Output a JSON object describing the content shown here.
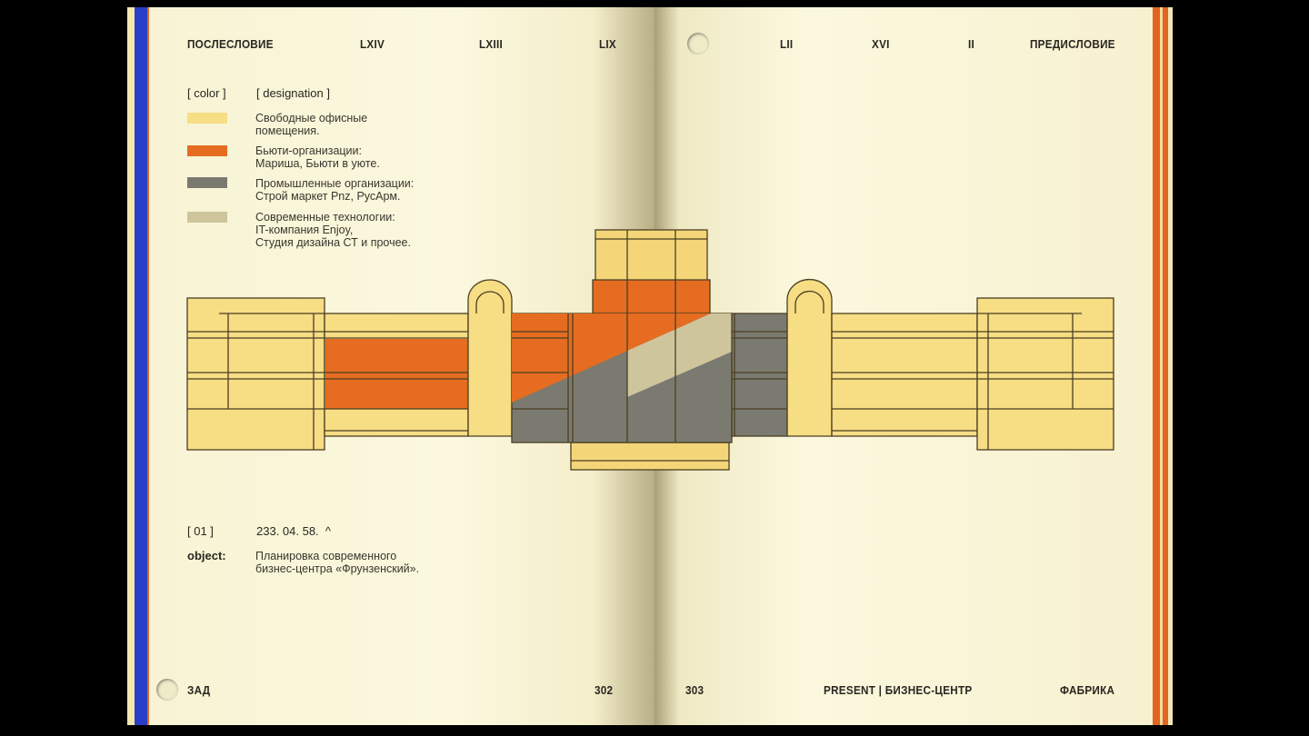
{
  "left_page": {
    "header": [
      "ПОСЛЕСЛОВИЕ",
      "LXIV",
      "LXIII",
      "LIX"
    ],
    "legend": {
      "color_heading": "[ color ]",
      "designation_heading": "[ designation ]",
      "items": [
        {
          "color": "#f7dd84",
          "text": "Свободные офисные\nпомещения."
        },
        {
          "color": "#e56c20",
          "text": "Бьюти-организации:\nМариша, Бьюти в уюте."
        },
        {
          "color": "#7b7a70",
          "text": "Промышленные организации:\nСтрой маркет Pnz, РусАрм."
        },
        {
          "color": "#cfc59c",
          "text": "Современные технологии:\nIT-компания Enjoy,\nСтудия дизайна СТ и прочее."
        }
      ]
    },
    "info": {
      "index_label": "[ 01 ]",
      "code": "233. 04. 58.  ^",
      "object_label": "object:",
      "object_text": "Планировка современного\nбизнес-центра «Фрунзенский»."
    },
    "footer_left": "ЗАД",
    "page_number": "302"
  },
  "right_page": {
    "header": [
      "LII",
      "XVI",
      "II",
      "ПРЕДИСЛОВИЕ"
    ],
    "page_number": "303",
    "footer_section": "PRESENT | БИЗНЕС-ЦЕНТР",
    "footer_right": "ФАБРИКА"
  },
  "colors": {
    "edge_blue": "#2a3fc8",
    "edge_orange": "#e2651f",
    "paper": "#f8f4d6"
  }
}
